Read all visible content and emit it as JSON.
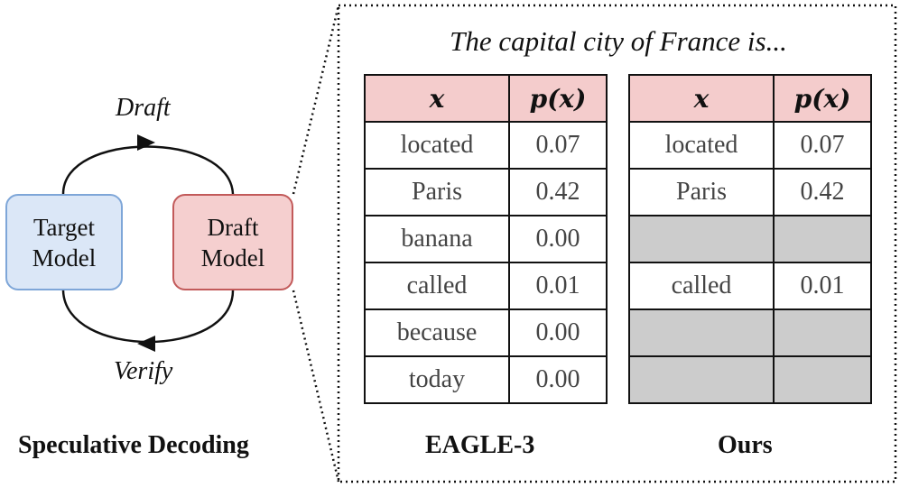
{
  "left": {
    "target_model": "Target\nModel",
    "draft_model": "Draft\nModel",
    "draft_label": "Draft",
    "verify_label": "Verify",
    "caption": "Speculative Decoding"
  },
  "right": {
    "prompt": "The capital city of France is...",
    "header": {
      "col_token": "x",
      "col_prob": "p(x)"
    },
    "eagle": {
      "caption": "EAGLE-3",
      "rows": [
        {
          "token": "located",
          "prob": "0.07"
        },
        {
          "token": "Paris",
          "prob": "0.42"
        },
        {
          "token": "banana",
          "prob": "0.00"
        },
        {
          "token": "called",
          "prob": "0.01"
        },
        {
          "token": "because",
          "prob": "0.00"
        },
        {
          "token": "today",
          "prob": "0.00"
        }
      ]
    },
    "ours": {
      "caption": "Ours",
      "rows": [
        {
          "token": "located",
          "prob": "0.07",
          "masked": false
        },
        {
          "token": "Paris",
          "prob": "0.42",
          "masked": false
        },
        {
          "token": "",
          "prob": "",
          "masked": true
        },
        {
          "token": "called",
          "prob": "0.01",
          "masked": false
        },
        {
          "token": "",
          "prob": "",
          "masked": true
        },
        {
          "token": "",
          "prob": "",
          "masked": true
        }
      ]
    }
  },
  "colors": {
    "target_fill": "#dbe7f7",
    "target_border": "#7ea6d8",
    "draft_fill": "#f5cfcf",
    "draft_border": "#c25a5a",
    "header_fill": "#f4cccc",
    "masked_fill": "#cccccc"
  }
}
